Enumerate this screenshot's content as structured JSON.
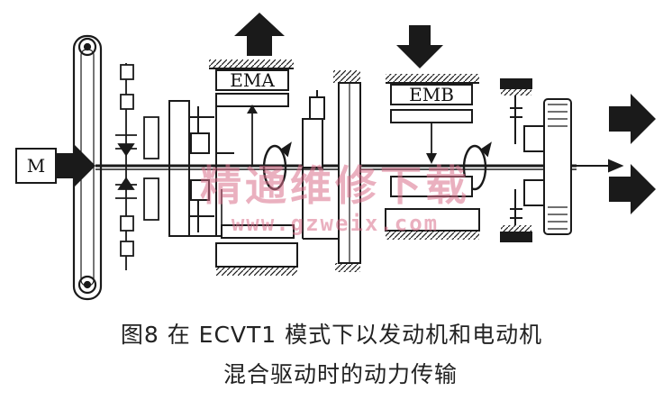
{
  "labels": {
    "motor": "M",
    "ema": "EMA",
    "emb": "EMB"
  },
  "watermark": {
    "text_cn": "精通维修下载",
    "url": "www.gzweix.com"
  },
  "caption": {
    "line1": "图8   在 ECVT1 模式下以发动机和电动机",
    "line2": "混合驱动时的动力传输"
  },
  "colors": {
    "line": "#1a1a1a",
    "watermark": "#d9708a"
  }
}
